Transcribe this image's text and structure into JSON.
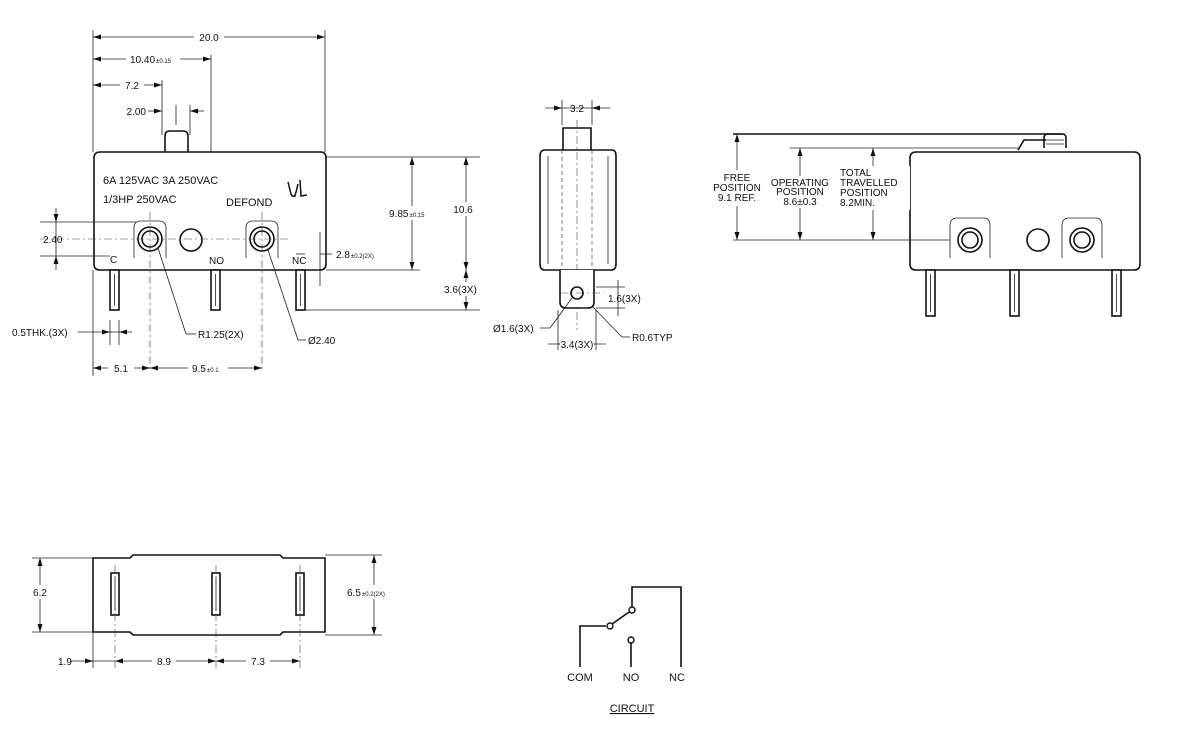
{
  "front_view": {
    "dims": {
      "overall_length": "20.0",
      "actuator_position": "10.40",
      "actuator_position_tol": "±0.15",
      "actuator_offset": "7.2",
      "actuator_width": "2.00",
      "hole_height": "2.40",
      "actuator_height": "9.85",
      "actuator_height_tol": "±0.15",
      "body_height": "10.6",
      "terminal_length": "3.6(3X)",
      "terminal_offset": "2.8",
      "terminal_offset_tol": "±0.2(2X)",
      "terminal_thickness": "0.5THK.(3X)",
      "hole_radius": "R1.25(2X)",
      "hole_diameter": "Ø2.40",
      "com_offset": "5.1",
      "hole_spacing": "9.5",
      "hole_spacing_tol": "±0.1"
    },
    "rating_line_1": "6A 125VAC  3A 250VAC",
    "rating_line_2": "1/3HP 250VAC",
    "brand": "DEFOND",
    "terminal_c": "C",
    "terminal_no": "NO",
    "terminal_nc": "NC"
  },
  "side_view": {
    "dims": {
      "actuator_width": "3.2",
      "terminal_width": "1.6(3X)",
      "hole_diameter": "Ø1.6(3X)",
      "corner_radius": "R0.6TYP",
      "terminal_span": "3.4(3X)"
    }
  },
  "lever_view": {
    "free_position": [
      "FREE",
      "POSITION",
      "9.1 REF."
    ],
    "operating_position": [
      "OPERATING",
      "POSITION",
      "8.6±0.3"
    ],
    "total_travelled": [
      "TOTAL",
      "TRAVELLED",
      "POSITION",
      "8.2MIN."
    ]
  },
  "bottom_view": {
    "dims": {
      "body_width": "6.2",
      "terminal_pitch": "6.5",
      "terminal_pitch_tol": "±0.2(2X)",
      "edge_offset": "1.9",
      "span_1": "8.9",
      "span_2": "7.3"
    }
  },
  "circuit": {
    "title": "CIRCUIT",
    "com": "COM",
    "no": "NO",
    "nc": "NC"
  }
}
